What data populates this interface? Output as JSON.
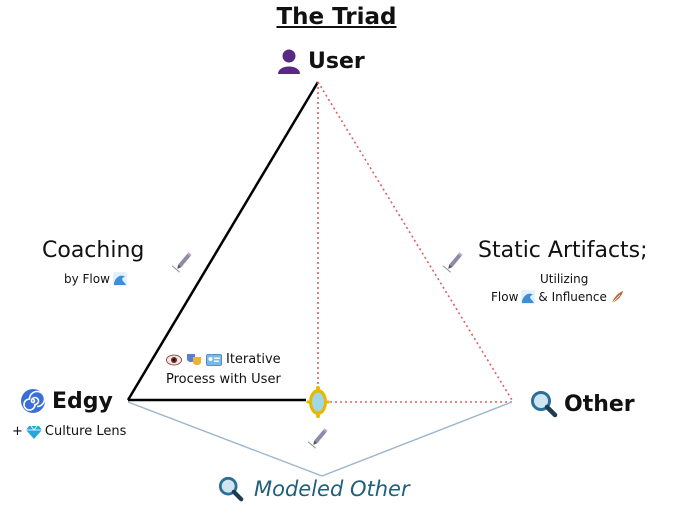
{
  "title": "The Triad",
  "nodes": {
    "user": {
      "label": "User",
      "icon": "person-icon"
    },
    "edgy": {
      "label": "Edgy",
      "sublabel_prefix": "+",
      "sublabel": "Culture Lens",
      "icon": "spiral-icon",
      "sub_icon": "gem-icon"
    },
    "other": {
      "label": "Other",
      "icon": "magnifier-icon"
    },
    "modeled_other": {
      "label": "Modeled Other",
      "icon": "magnifier-icon"
    }
  },
  "edges": {
    "coaching": {
      "label": "Coaching",
      "sublabel": "by Flow"
    },
    "static_artifacts": {
      "label": "Static Artifacts;",
      "line1": "Utilizing",
      "line2_a": "Flow",
      "line2_b": "& Influence"
    },
    "iterative": {
      "line1": "Iterative",
      "line2": "Process with User"
    }
  },
  "colors": {
    "solid_edge": "#000000",
    "dotted_edge": "#e06060",
    "blue_edge": "#9ab4cc",
    "user_icon": "#5a2a82",
    "spiral": "#3b6fd8",
    "gem": "#29a6d9",
    "magnifier": "#2c6f9a",
    "modeled_text": "#1f5f7a",
    "wave": "#3a8fd6",
    "feather": "#b86a3c",
    "mirror_frame": "#e6b800",
    "mirror_glass": "#9fd6e8",
    "pen": "#8a8ca8"
  }
}
